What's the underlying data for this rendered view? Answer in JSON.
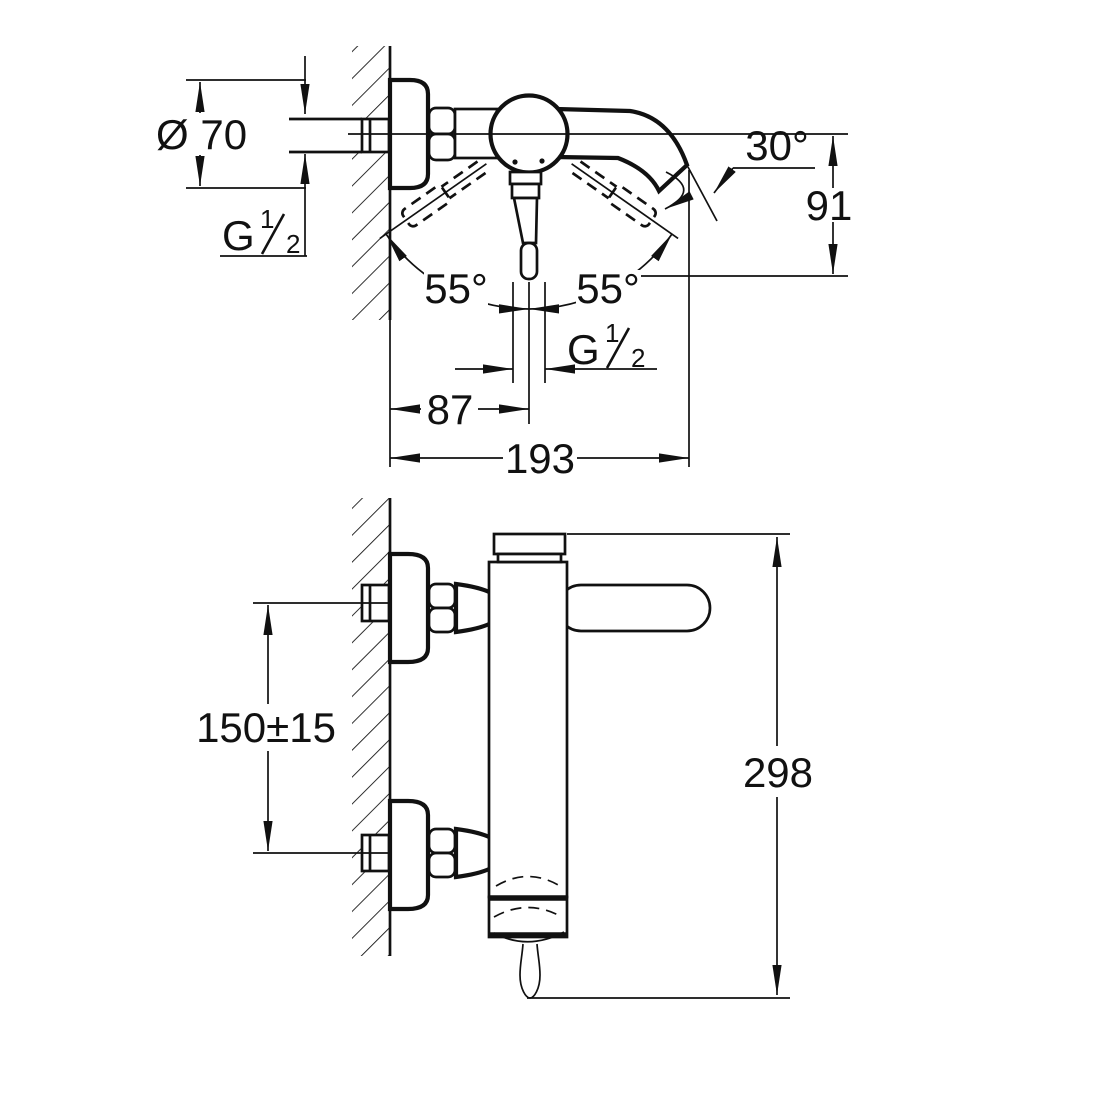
{
  "drawing": {
    "background": "#ffffff",
    "line_color": "#111111",
    "dimensions": {
      "flange_diameter": "Ø 70",
      "thread_letter": "G",
      "thread_numerator": "1",
      "thread_denominator": "2",
      "handle_swing_left": "55°",
      "handle_swing_right": "55°",
      "spout_angle": "30°",
      "spout_drop_height": "91",
      "wall_to_outlet_center": "87",
      "spout_projection": "193",
      "connection_spacing": "150±15",
      "overall_height": "298"
    }
  }
}
